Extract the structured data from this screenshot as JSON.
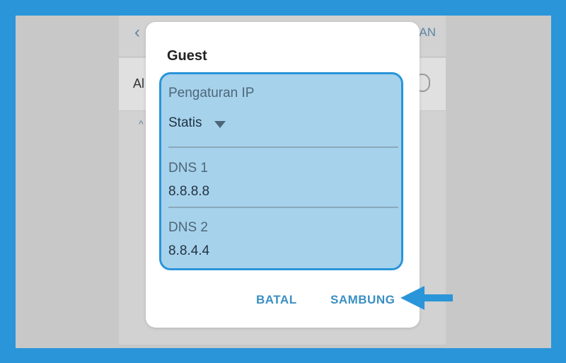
{
  "background": {
    "back_glyph": "‹",
    "header_action_partial": "AN",
    "row_label_partial": "Al",
    "small_glyph": "^"
  },
  "dialog": {
    "title": "Guest",
    "ip_settings": {
      "label": "Pengaturan IP",
      "value": "Statis"
    },
    "dns1": {
      "label": "DNS 1",
      "value": "8.8.8.8"
    },
    "dns2": {
      "label": "DNS 2",
      "value": "8.8.4.4"
    },
    "buttons": {
      "cancel": "BATAL",
      "connect": "SAMBUNG"
    }
  },
  "colors": {
    "frame": "#2a95d9",
    "highlight_fill": "#a7d2ec",
    "button_text": "#3b8fc2"
  },
  "icons": [
    "back-chevron-icon",
    "dropdown-caret-icon",
    "pointer-arrow-icon"
  ]
}
